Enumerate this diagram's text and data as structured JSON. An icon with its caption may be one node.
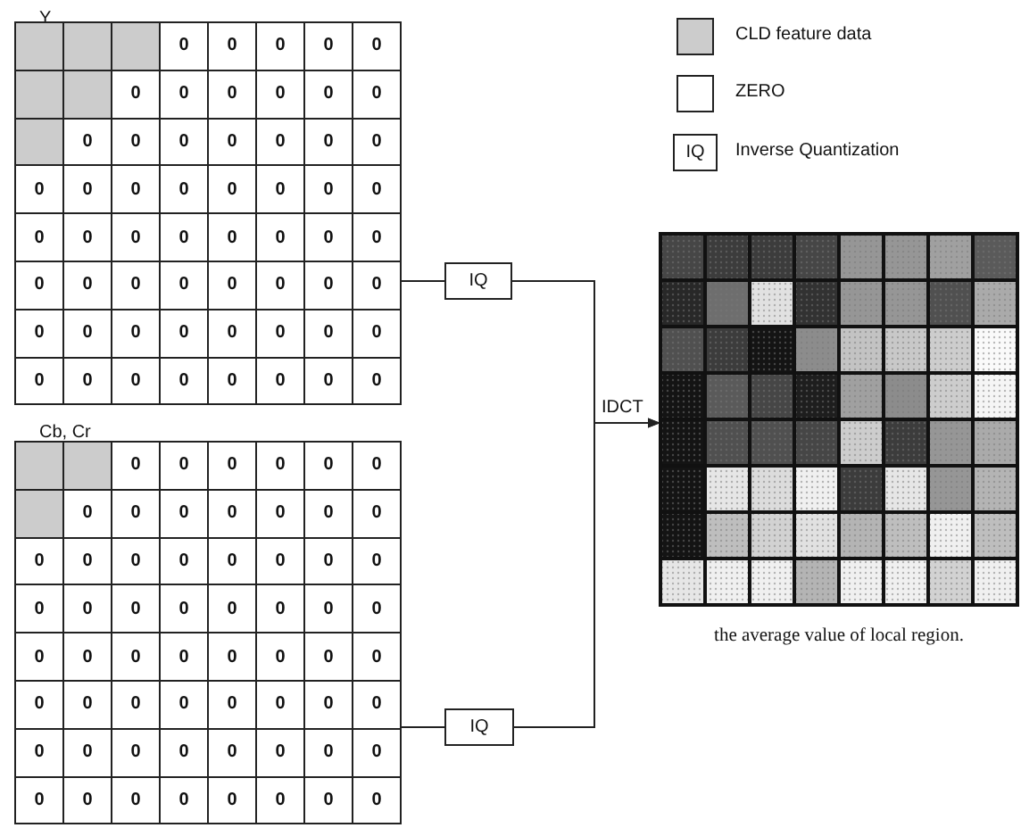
{
  "diagram": {
    "nodes": [
      {
        "text": [
          "Y"
        ]
      },
      {
        "text": [
          "Cb, Cr"
        ]
      },
      {
        "text": [
          "IQ"
        ]
      },
      {
        "text": [
          "IQ"
        ]
      },
      {
        "text": [],
        "shape": "box",
        "beside": [
          "the average value of local region."
        ]
      }
    ],
    "edges": [
      {
        "from": 0,
        "to": 2,
        "arrow": "none"
      },
      {
        "from": 1,
        "to": 3,
        "arrow": "none"
      },
      {
        "from": 2,
        "to": 4,
        "arrow": "to",
        "label": "IDCT"
      },
      {
        "from": 3,
        "to": 4,
        "arrow": "to"
      }
    ],
    "labels": [
      "IQ",
      "0",
      "0",
      "0",
      "0",
      "0",
      "0",
      "0",
      "0",
      "0",
      "0",
      "0",
      "0",
      "0",
      "0",
      "0",
      "0",
      "0",
      "0",
      "0",
      "0",
      "0",
      "0",
      "0",
      "0",
      "0",
      "0",
      "0",
      "0",
      "0",
      "0",
      "0",
      "0",
      "0",
      "0",
      "0",
      "0",
      "0",
      "0",
      "0",
      "0",
      "0",
      "0",
      "0",
      "0",
      "0",
      "0",
      "0",
      "0",
      "0",
      "0",
      "0",
      "0",
      "0",
      "0",
      "0",
      "0",
      "0",
      "0",
      "0",
      "0",
      "0",
      "0",
      "0",
      "0",
      "0",
      "0",
      "0",
      "0",
      "0",
      "0",
      "0",
      "0",
      "0",
      "0",
      "0",
      "0",
      "0",
      "0",
      "0",
      "0",
      "0",
      "0",
      "0",
      "0",
      "0",
      "0",
      "0",
      "0",
      "0",
      "0",
      "0",
      "0",
      "0",
      "0",
      "0",
      "0",
      "0",
      "0",
      "0",
      "0",
      "0",
      "0",
      "0",
      "0",
      "0",
      "0",
      "0",
      "0",
      "0",
      "0",
      "0",
      "0",
      "0",
      "0",
      "0",
      "0",
      "0",
      "0",
      "0"
    ],
    "legend": [
      {
        "text": "CLD feature data",
        "color": "#cccccc"
      },
      {
        "text": "ZERO",
        "color": "#ffffff"
      },
      {
        "text": "Inverse Quantization"
      }
    ]
  }
}
